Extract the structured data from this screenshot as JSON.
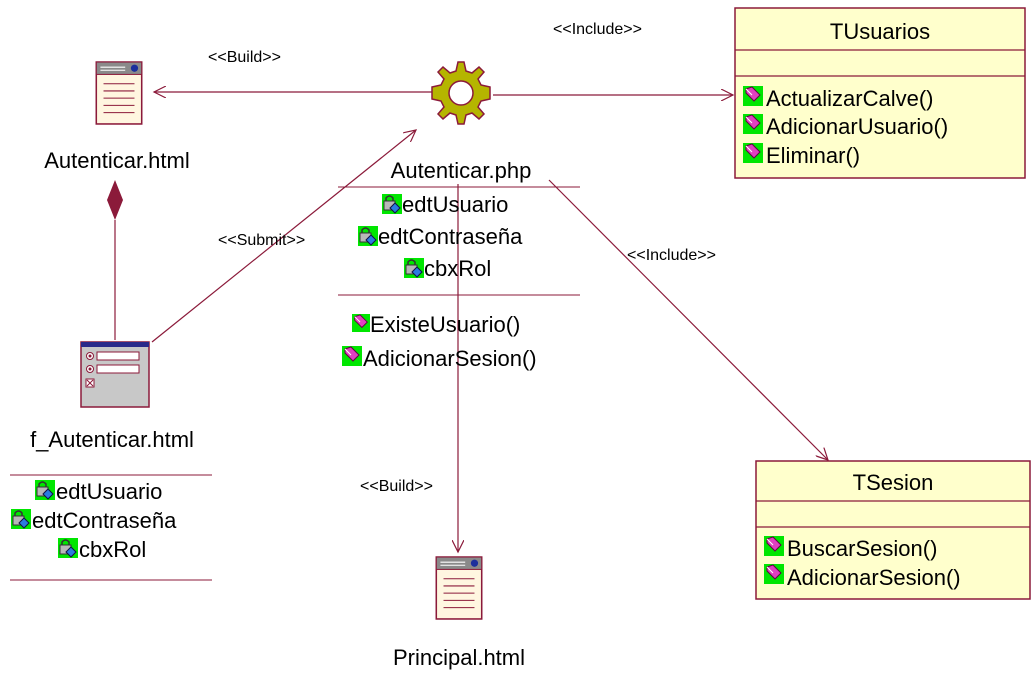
{
  "stereotypes": {
    "build_top": "<<Build>>",
    "include_top": "<<Include>>",
    "submit": "<<Submit>>",
    "include_right": "<<Include>>",
    "build_bottom": "<<Build>>"
  },
  "autenticar_html": {
    "name": "Autenticar.html"
  },
  "autenticar_php": {
    "name": "Autenticar.php",
    "attributes": [
      "edtUsuario",
      "edtContraseña",
      "cbxRol"
    ],
    "operations": [
      "ExisteUsuario()",
      "AdicionarSesion()"
    ]
  },
  "f_autenticar": {
    "name": "f_Autenticar.html",
    "attributes": [
      "edtUsuario",
      "edtContraseña",
      "cbxRol"
    ]
  },
  "principal": {
    "name": "Principal.html"
  },
  "tusuarios": {
    "name": "TUsuarios",
    "operations": [
      "ActualizarCalve()",
      "AdicionarUsuario()",
      "Eliminar()"
    ]
  },
  "tsesion": {
    "name": "TSesion",
    "operations": [
      "BuscarSesion()",
      "AdicionarSesion()"
    ]
  },
  "colors": {
    "line": "#8B1A3A",
    "class_fill": "#FFFFCC",
    "class_border": "#8B1A3A",
    "icon_green": "#00E600",
    "page_icon_fill": "#FFF6E0",
    "page_icon_bar": "#8A8A8A",
    "gear": "#A0A000",
    "form_fill": "#C8C8C8",
    "form_bar": "#2A2A8A"
  }
}
